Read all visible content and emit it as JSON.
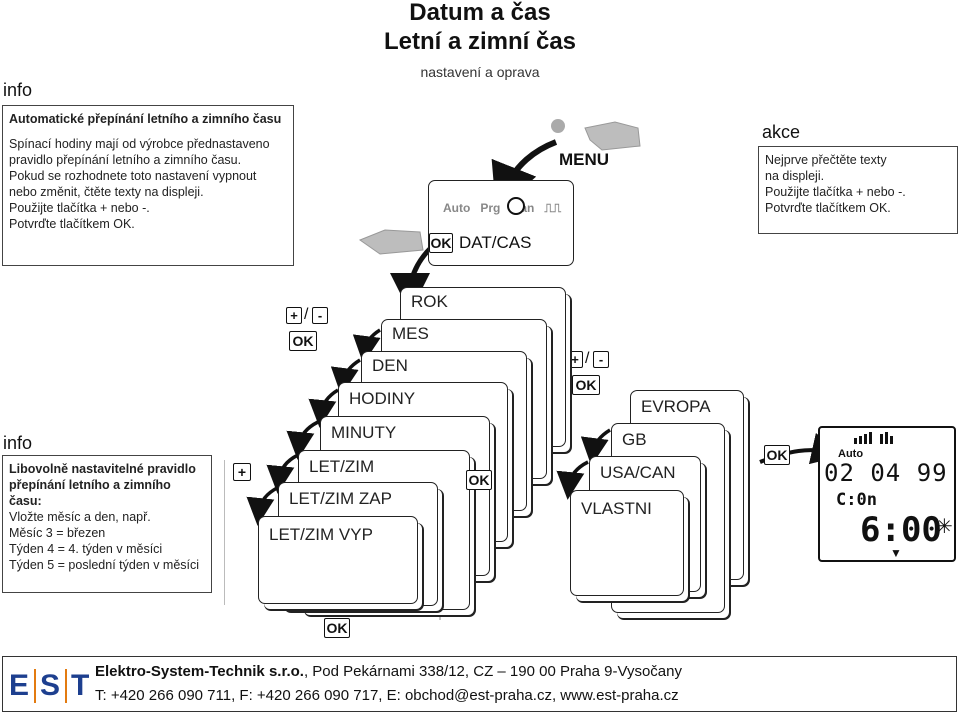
{
  "header": {
    "title1": "Datum a čas",
    "title2": "Letní a zimní čas",
    "subtitle": "nastavení a oprava"
  },
  "info_top": {
    "label": "info",
    "heading": "Automatické přepínání letního a zimního času",
    "lines": [
      "Spínací hodiny mají od výrobce přednastaveno",
      "pravidlo přepínání letního a zimního času.",
      "Pokud se rozhodnete toto nastavení vypnout",
      "nebo změnit, čtěte texty na displeji.",
      "Použijte tlačítka + nebo -.",
      "Potvrďte tlačítkem OK."
    ]
  },
  "akce": {
    "label": "akce",
    "lines": [
      "Nejprve přečtěte texty",
      "na displeji.",
      "Použijte tlačítka + nebo -.",
      "Potvrďte tlačítkem OK."
    ]
  },
  "info_bottom": {
    "label": "info",
    "heading": "Libovolně nastavitelné pravidlo přepínání letního a zimního času:",
    "lines": [
      "Vložte měsíc a den, např.",
      "Měsíc 3 = březen",
      "Týden 4 = 4. týden v měsíci",
      "Týden 5 = poslední týden v měsíci"
    ]
  },
  "device": {
    "menu_label": "MENU",
    "menu_screen": {
      "mode_labels": [
        "Auto",
        "Prg",
        "Man",
        "⎍⎍"
      ],
      "ok_label": "OK",
      "item": "DAT/CAS"
    }
  },
  "keys": {
    "plus": "+",
    "minus": "-",
    "slash": "/",
    "ok": "OK"
  },
  "menu_steps": [
    "ROK",
    "MES",
    "DEN",
    "HODINY",
    "MINUTY",
    "LET/ZIM",
    "LET/ZIM ZAP",
    "LET/ZIM VYP"
  ],
  "region_steps": [
    "EVROPA",
    "GB",
    "USA/CAN",
    "VLASTNI"
  ],
  "final_display": {
    "mode": "Auto",
    "date": "02 04 99",
    "dst": "C:0n",
    "time": "6:00",
    "sun_symbol": "✳",
    "cursor_symbol": "▼"
  },
  "footer": {
    "logo_letters": [
      "E",
      "S",
      "T"
    ],
    "company": "Elektro-System-Technik s.r.o.",
    "address": ", Pod Pekárnami 338/12, CZ – 190 00 Praha 9-Vysočany",
    "contact": "T: +420 266 090 711, F: +420 266 090 717, E: obchod@est-praha.cz, www.est-praha.cz"
  },
  "colors": {
    "logo_blue": "#1d3f8f",
    "logo_orange": "#e37b10",
    "ink": "#111111",
    "hand_gray": "#bdbdbd"
  }
}
